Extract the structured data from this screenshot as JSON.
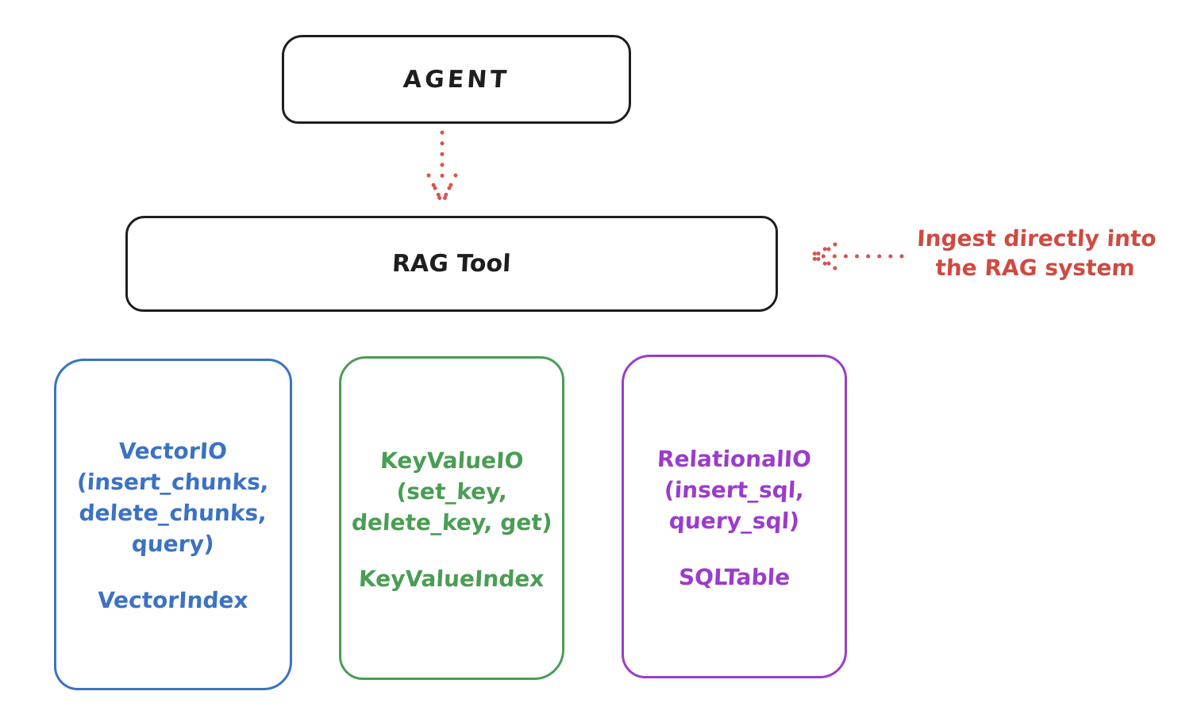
{
  "agent_box": {
    "label": "AGENT"
  },
  "rag_box": {
    "label": "RAG Tool"
  },
  "annotation": {
    "line1": "Ingest directly into",
    "line2": "the RAG system"
  },
  "backends": [
    {
      "name": "vector-io",
      "color": "#3b72c4",
      "lines": [
        "VectorIO",
        "(insert_chunks,",
        "delete_chunks,",
        "query)"
      ],
      "index_label": "VectorIndex"
    },
    {
      "name": "key-value-io",
      "color": "#4a9d54",
      "lines": [
        "KeyValueIO",
        "(set_key,",
        "delete_key, get)"
      ],
      "index_label": "KeyValueIndex"
    },
    {
      "name": "relational-io",
      "color": "#9b3ccd",
      "lines": [
        "RelationalIO",
        "(insert_sql,",
        "query_sql)"
      ],
      "index_label": "SQLTable"
    }
  ],
  "colors": {
    "outline": "#1e1e1e",
    "accent_red": "#cf4a41",
    "blue": "#3b72c4",
    "green": "#4a9d54",
    "purple": "#9b3ccd",
    "background": "#ffffff"
  }
}
